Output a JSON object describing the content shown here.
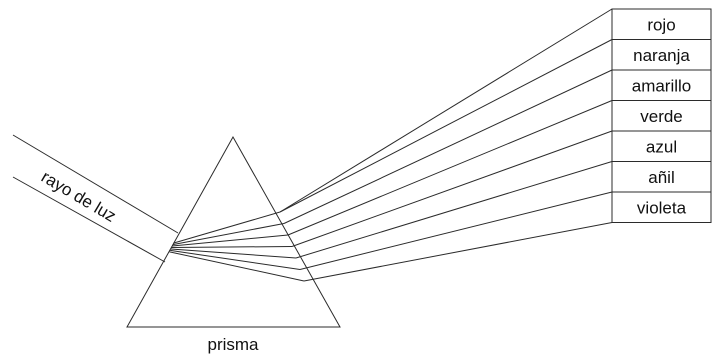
{
  "beam_label": "rayo de luz",
  "prism_label": "prisma",
  "colors": [
    "rojo",
    "naranja",
    "amarillo",
    "verde",
    "azul",
    "añil",
    "violeta"
  ],
  "style": {
    "line_color": "#2b2b2b",
    "background": "#ffffff"
  }
}
